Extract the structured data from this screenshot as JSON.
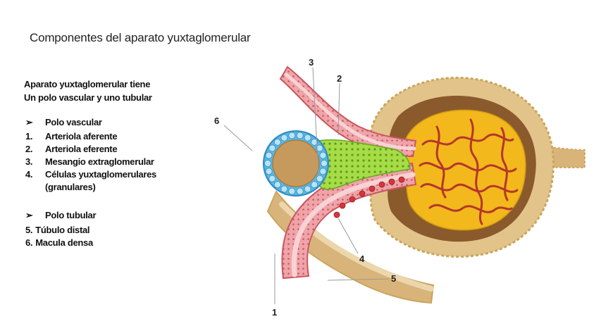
{
  "title": "Componentes del aparato yuxtaglomerular",
  "intro": [
    "Aparato yuxtaglomerular tiene",
    "Un polo vascular y uno tubular"
  ],
  "vascular": {
    "bullet": "➢",
    "heading": "Polo vascular",
    "items": [
      {
        "num": "1.",
        "text": "Arteriola aferente"
      },
      {
        "num": "2.",
        "text": "Arteriola eferente"
      },
      {
        "num": "3.",
        "text": "Mesangio extraglomerular"
      },
      {
        "num": "4.",
        "text": "Células yuxtaglomerulares (granulares)"
      }
    ]
  },
  "tubular": {
    "bullet": "➢",
    "heading": "Polo tubular",
    "items": [
      {
        "num": "5.",
        "text": "Túbulo distal"
      },
      {
        "num": "6.",
        "text": "Macula densa"
      }
    ]
  },
  "callouts": {
    "n1": "1",
    "n2": "2",
    "n3": "3",
    "n4": "4",
    "n5": "5",
    "n6": "6"
  },
  "colors": {
    "capsule": "#e2c48a",
    "capsule_edge": "#c9a55c",
    "glomerulus": "#f2b81c",
    "capillary": "#b5362a",
    "vessel_wall": "#e79aa0",
    "vessel_edge": "#c95760",
    "tubule": "#d9b47a",
    "mesangium": "#9bd33a",
    "macula_densa": "#5ab7e3",
    "granular_cells": "#d8353c"
  }
}
